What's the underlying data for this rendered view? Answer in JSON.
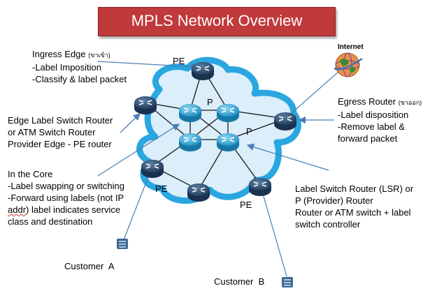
{
  "title": "MPLS Network Overview",
  "internet": {
    "label": "Internet"
  },
  "router_labels": {
    "pe_top": "PE",
    "p_top": "P",
    "p_mid": "P",
    "pe_left": "PE",
    "pe_bottom": "PE"
  },
  "ingress": {
    "heading": "Ingress Edge",
    "heading_thai": "(ขาเข้า)",
    "line1": "-Label Imposition",
    "line2": "-Classify & label packet"
  },
  "edge_lsr": {
    "line1": "Edge Label Switch Router",
    "line2": "or ATM Switch Router",
    "line3": "Provider Edge - PE router"
  },
  "core": {
    "heading": "In the Core",
    "line1": "-Label swapping or switching",
    "line2": "-Forward using labels (not IP",
    "line3_word": "addr",
    "line3_rest": ") label indicates service",
    "line4": "class and destination"
  },
  "egress": {
    "heading": "Egress Router",
    "heading_thai": "(ขาออก)",
    "line1": "-Label disposition",
    "line2": "-Remove label &",
    "line3": "forward packet"
  },
  "lsr": {
    "line1": "Label Switch Router (LSR) or",
    "line2": "P (Provider) Router",
    "line3": "Router or ATM switch + label",
    "line4": "switch controller"
  },
  "customers": {
    "a": "Customer  A",
    "b": "Customer  B"
  },
  "colors": {
    "title_bg": "#c0393b",
    "cloud_fill": "#dbeefa",
    "cloud_stroke": "#2aa6e0",
    "pe_router": "#2f4f72",
    "p_router": "#3aaad6",
    "link": "#1a1a1a",
    "arrow": "#4a7fb5"
  }
}
